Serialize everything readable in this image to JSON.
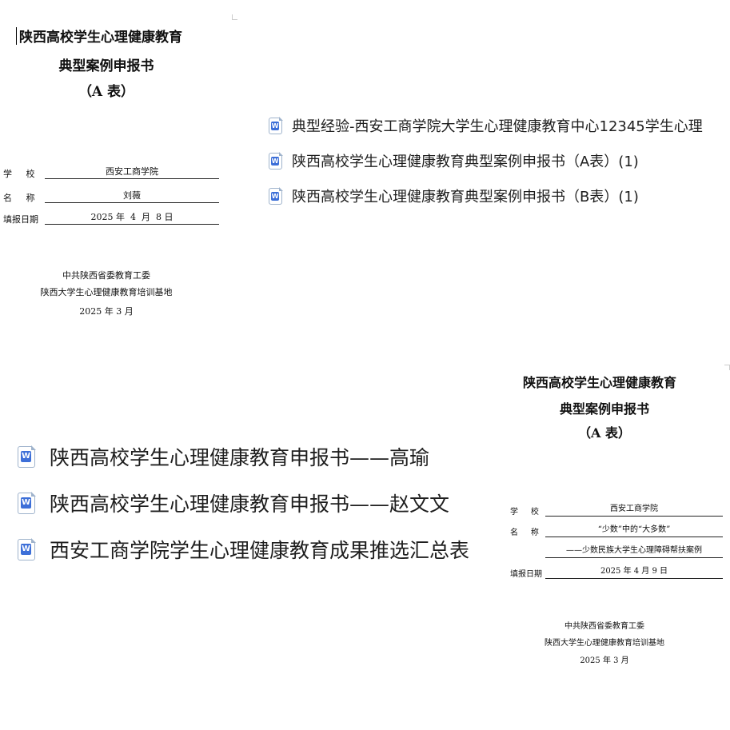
{
  "cover_a1": {
    "title_line1": "陕西高校学生心理健康教育",
    "title_line2": "典型案例申报书",
    "title_line3": "（A 表）",
    "fields": [
      {
        "label": "学     校",
        "value": "西安工商学院"
      },
      {
        "label": "名     称",
        "value": "刘薇"
      },
      {
        "label": "填报日期",
        "value": "2025 年  4  月  8 日"
      }
    ],
    "org_line1": "中共陕西省委教育工委",
    "org_line2": "陕西大学生心理健康教育培训基地",
    "org_date": "2025 年 3 月"
  },
  "files_top": [
    {
      "icon": "word-doc-icon",
      "name": "典型经验-西安工商学院大学生心理健康教育中心12345学生心理"
    },
    {
      "icon": "word-doc-icon",
      "name": "陕西高校学生心理健康教育典型案例申报书（A表）(1)"
    },
    {
      "icon": "word-doc-icon",
      "name": "陕西高校学生心理健康教育典型案例申报书（B表）(1)"
    }
  ],
  "files_bottom": [
    {
      "icon": "word-doc-icon",
      "name": "陕西高校学生心理健康教育申报书——高瑜"
    },
    {
      "icon": "word-doc-icon",
      "name": "陕西高校学生心理健康教育申报书——赵文文"
    },
    {
      "icon": "word-doc-icon",
      "name": "西安工商学院学生心理健康教育成果推选汇总表"
    }
  ],
  "cover_a2": {
    "title_line1": "陕西高校学生心理健康教育",
    "title_line2": "典型案例申报书",
    "title_line3": "（A 表）",
    "fields": [
      {
        "label": "学     校",
        "value": "西安工商学院"
      },
      {
        "label": "名     称",
        "value": "“少数”中的“大多数”"
      },
      {
        "label": "",
        "value": "——少数民族大学生心理障碍帮扶案例"
      },
      {
        "label": "填报日期",
        "value": "2025 年 4 月 9 日"
      }
    ],
    "org_line1": "中共陕西省委教育工委",
    "org_line2": "陕西大学生心理健康教育培训基地",
    "org_date": "2025 年 3 月"
  },
  "icon_letter": "W"
}
